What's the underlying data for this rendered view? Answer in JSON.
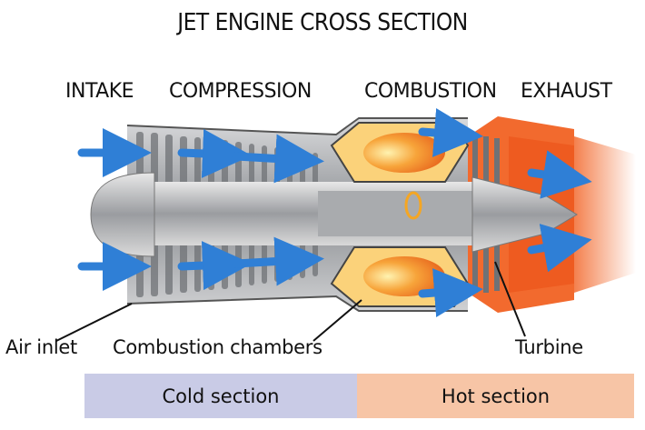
{
  "title": "JET ENGINE CROSS SECTION",
  "stages": {
    "intake": "INTAKE",
    "compression": "COMPRESSION",
    "combustion": "COMBUSTION",
    "exhaust": "EXHAUST"
  },
  "callouts": {
    "air_inlet": "Air inlet",
    "combustion_chambers": "Combustion chambers",
    "turbine": "Turbine"
  },
  "sections": {
    "cold": {
      "label": "Cold section",
      "color": "#c9cbe6"
    },
    "hot": {
      "label": "Hot section",
      "color": "#f7c5a6"
    }
  },
  "colors": {
    "airflow": "#2f7fd6",
    "metal": "#b4b6b9",
    "combustion": "#f5a623",
    "exhaust_casing": "#f26a2e"
  }
}
